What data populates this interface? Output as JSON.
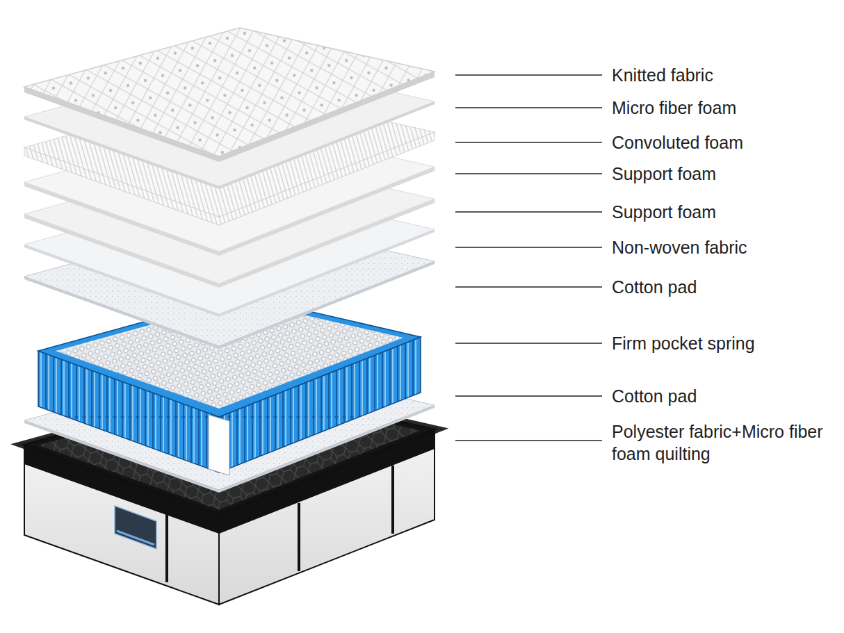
{
  "diagram": {
    "labels": [
      "Knitted fabric",
      "Micro fiber foam",
      "Convoluted foam",
      "Support foam",
      "Support foam",
      "Non-woven fabric",
      "Cotton pad",
      "Firm pocket spring",
      "Cotton pad",
      "Polyester fabric+Micro fiber foam quilting"
    ]
  }
}
